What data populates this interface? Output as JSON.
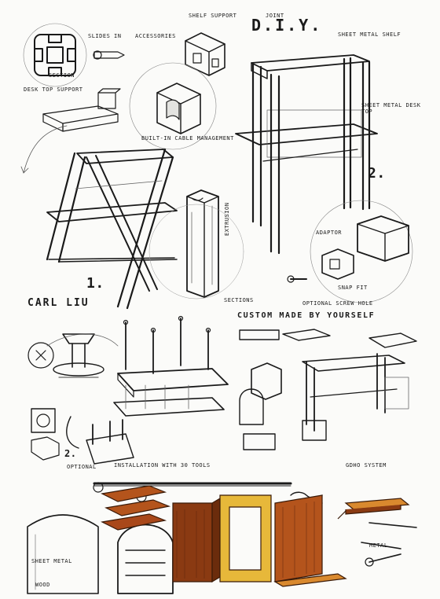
{
  "labels": {
    "diy": "D.I.Y.",
    "shelf_support": "SHELF SUPPORT",
    "joint": "JOINT",
    "slides_in": "SLIDES IN",
    "accessories": "ACCESSORIES",
    "section": "SECTION",
    "desk_top_support": "DESK TOP SUPPORT",
    "sheet_metal_shelf": "SHEET METAL SHELF",
    "sheet_metal_desk_top": "SHEET METAL DESK TOP",
    "built_in_cable": "BUILT-IN CABLE MANAGEMENT",
    "extrusion": "EXTRUSION",
    "sections": "SECTIONS",
    "adaptor": "ADAPTOR",
    "snap_fit": "SNAP FIT",
    "optional_screw_hole": "OPTIONAL SCREW HOLE",
    "num1": "1.",
    "num2": "2.",
    "num2b": "2.",
    "signature": "CARL  LIU",
    "custom": "CUSTOM MADE BY YOURSELF",
    "installation": "INSTALLATION WITH 30 TOOLS",
    "optional": "OPTIONAL",
    "gdho": "GDHO SYSTEM",
    "wood": "WOOD",
    "metal": "METAL",
    "sheet_metal": "SHEET METAL"
  },
  "colors": {
    "ink": "#1a1a1a",
    "wood_dark": "#8a3a12",
    "wood_mid": "#b4541c",
    "wood_light": "#d9892e",
    "yellow": "#e7b83a",
    "paper": "#fbfbf9"
  }
}
